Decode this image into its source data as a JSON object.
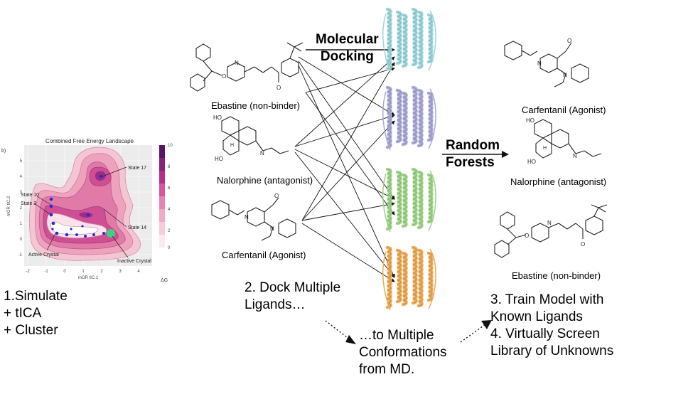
{
  "fel": {
    "panel_letter": "b)",
    "title": "Combined Free Energy Landscape",
    "xlabel": "mOR tIC.1",
    "ylabel": "mOR tIC.2",
    "colorbar_label": "ΔG",
    "colorbar_ticks": [
      "10",
      "8",
      "6",
      "4",
      "2",
      "0"
    ],
    "x_ticks": [
      "-2",
      "-1",
      "0",
      "1",
      "2",
      "3",
      "4"
    ],
    "y_ticks": [
      "5",
      "4",
      "3",
      "2",
      "1",
      "0",
      "-1"
    ],
    "state_labels": [
      "State 17",
      "State 10",
      "State 3",
      "State 14",
      "Active Crystal",
      "Inactive Crystal"
    ],
    "colors": {
      "high": "#6b1b78",
      "mid": "#c2338f",
      "low": "#f5b8c8",
      "green": "#3fd27c",
      "dots": "#1f2fd6"
    }
  },
  "steps": {
    "simulate": "1.Simulate\n+ tICA\n+ Cluster",
    "dock": "2. Dock Multiple\nLigands…",
    "conformations": "…to Multiple\nConformations\nfrom MD.",
    "train": "3. Train Model with\nKnown Ligands\n4. Virtually Screen\nLibrary of Unknowns"
  },
  "methods": {
    "docking": "Molecular\nDocking",
    "forests": "Random\nForests"
  },
  "ligands_left": [
    "Ebastine (non-binder)",
    "Nalorphine (antagonist)",
    "Carfentanil (Agonist)"
  ],
  "ligands_right": [
    "Carfentanil (Agonist)",
    "Nalorphine (antagonist)",
    "Ebastine (non-binder)"
  ],
  "receptor_colors": [
    "#9fd6dc",
    "#a9a9d8",
    "#9fd48a",
    "#eeaa55"
  ]
}
